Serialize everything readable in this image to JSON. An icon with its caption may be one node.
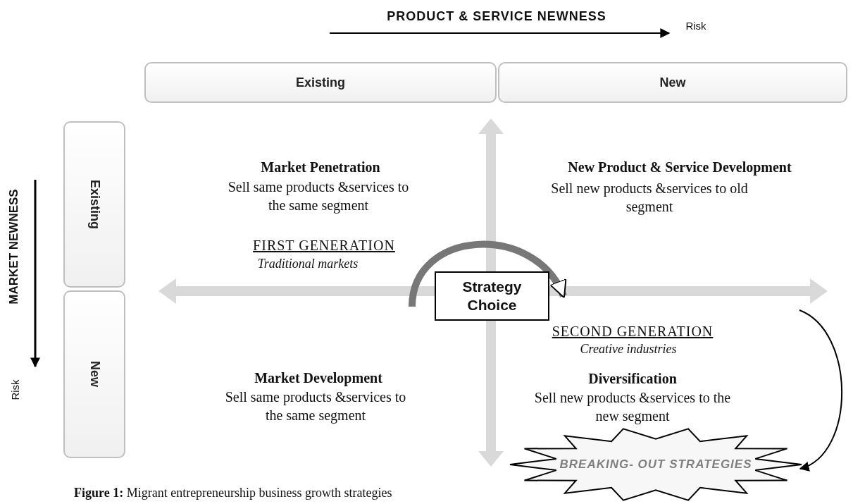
{
  "diagram": {
    "caption": "**Figure 1:** Migrant entrepreneurship business growth strategies",
    "nodes": [
      {
        "text": [
          "Existing"
        ]
      },
      {
        "text": [
          "New"
        ]
      },
      {
        "text": [
          "Existing"
        ]
      },
      {
        "text": [
          "New"
        ]
      },
      {
        "text": [
          "Strategy Choice"
        ]
      },
      {
        "text": [
          "BREAKING- OUT STRATEGIES"
        ]
      }
    ],
    "edges": [
      {
        "from": null,
        "to": 5,
        "arrow": "to"
      }
    ],
    "labels": [
      "PRODUCT & SERVICE NEWNESS",
      "Risk",
      "MARKET NEWNESS",
      "Risk",
      "Market Penetration",
      "Sell same products &services to the same segment",
      "New Product & Service Development",
      "Sell new products &services to old segment",
      "FIRST GENERATION",
      "Traditional markets",
      "SECOND GENERATION",
      "Creative industries",
      "Market Development",
      "Sell same products &services to the same segment",
      "Diversification",
      "Sell new products &services to the new segment"
    ]
  }
}
